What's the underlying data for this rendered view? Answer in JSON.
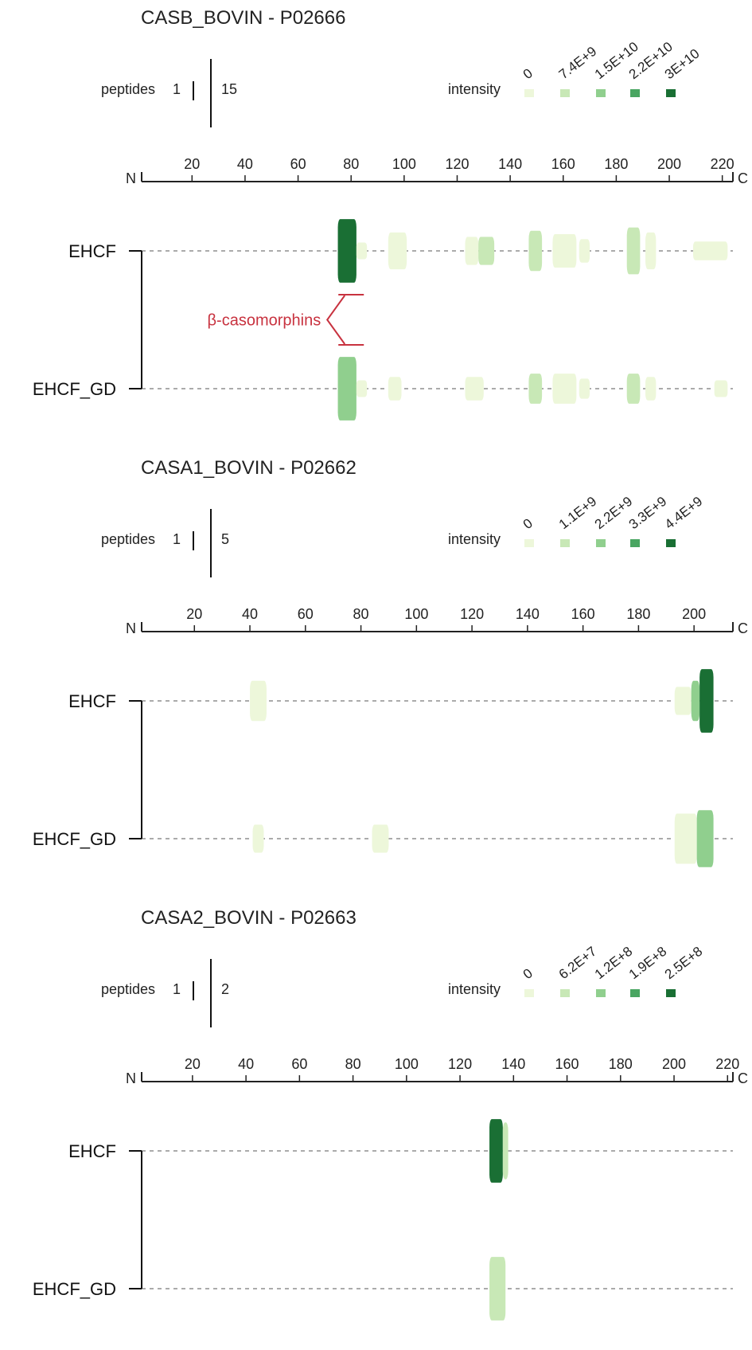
{
  "colors": {
    "scale": [
      "#edf7da",
      "#c8e8b6",
      "#90cf8e",
      "#49a561",
      "#1a6f34"
    ],
    "dash": "#8f8f8f",
    "axis": "#222222",
    "annotation": "#c8323f"
  },
  "chart_data": [
    {
      "type": "peptide-coverage",
      "title": "CASB_BOVIN - P02666",
      "peptides_label": "peptides",
      "peptides_min": "1",
      "peptides_max": "15",
      "intensity_label": "intensity",
      "legend_labels": [
        "0",
        "7.4E+9",
        "1.5E+10",
        "2.2E+10",
        "3E+10"
      ],
      "axis_n": "N",
      "axis_c": "C",
      "xlim": [
        1,
        224
      ],
      "ticks": [
        20,
        40,
        60,
        80,
        100,
        120,
        140,
        160,
        180,
        200,
        220
      ],
      "samples": [
        "EHCF",
        "EHCF_GD"
      ],
      "annotation": {
        "text": "β-casomorphins",
        "residue": 80
      },
      "segments": [
        {
          "sample": 0,
          "start": 75,
          "end": 82,
          "height": 0.95,
          "level": 4
        },
        {
          "sample": 0,
          "start": 82,
          "end": 86,
          "height": 0.25,
          "level": 0
        },
        {
          "sample": 0,
          "start": 94,
          "end": 101,
          "height": 0.55,
          "level": 0
        },
        {
          "sample": 0,
          "start": 123,
          "end": 128,
          "height": 0.42,
          "level": 0
        },
        {
          "sample": 0,
          "start": 128,
          "end": 134,
          "height": 0.42,
          "level": 1
        },
        {
          "sample": 0,
          "start": 147,
          "end": 152,
          "height": 0.6,
          "level": 1
        },
        {
          "sample": 0,
          "start": 156,
          "end": 165,
          "height": 0.5,
          "level": 0
        },
        {
          "sample": 0,
          "start": 166,
          "end": 170,
          "height": 0.35,
          "level": 0
        },
        {
          "sample": 0,
          "start": 184,
          "end": 189,
          "height": 0.7,
          "level": 1
        },
        {
          "sample": 0,
          "start": 191,
          "end": 195,
          "height": 0.55,
          "level": 0
        },
        {
          "sample": 0,
          "start": 209,
          "end": 222,
          "height": 0.28,
          "level": 0
        },
        {
          "sample": 1,
          "start": 75,
          "end": 82,
          "height": 0.95,
          "level": 2
        },
        {
          "sample": 1,
          "start": 82,
          "end": 86,
          "height": 0.25,
          "level": 0
        },
        {
          "sample": 1,
          "start": 94,
          "end": 99,
          "height": 0.35,
          "level": 0
        },
        {
          "sample": 1,
          "start": 123,
          "end": 130,
          "height": 0.35,
          "level": 0
        },
        {
          "sample": 1,
          "start": 147,
          "end": 152,
          "height": 0.45,
          "level": 1
        },
        {
          "sample": 1,
          "start": 156,
          "end": 165,
          "height": 0.45,
          "level": 0
        },
        {
          "sample": 1,
          "start": 166,
          "end": 170,
          "height": 0.3,
          "level": 0
        },
        {
          "sample": 1,
          "start": 184,
          "end": 189,
          "height": 0.45,
          "level": 1
        },
        {
          "sample": 1,
          "start": 191,
          "end": 195,
          "height": 0.35,
          "level": 0
        },
        {
          "sample": 1,
          "start": 217,
          "end": 222,
          "height": 0.25,
          "level": 0
        }
      ]
    },
    {
      "type": "peptide-coverage",
      "title": "CASA1_BOVIN - P02662",
      "peptides_label": "peptides",
      "peptides_min": "1",
      "peptides_max": "5",
      "intensity_label": "intensity",
      "legend_labels": [
        "0",
        "1.1E+9",
        "2.2E+9",
        "3.3E+9",
        "4.4E+9"
      ],
      "axis_n": "N",
      "axis_c": "C",
      "xlim": [
        1,
        214
      ],
      "ticks": [
        20,
        40,
        60,
        80,
        100,
        120,
        140,
        160,
        180,
        200
      ],
      "samples": [
        "EHCF",
        "EHCF_GD"
      ],
      "segments": [
        {
          "sample": 0,
          "start": 40,
          "end": 46,
          "height": 0.6,
          "level": 0
        },
        {
          "sample": 0,
          "start": 193,
          "end": 199,
          "height": 0.42,
          "level": 0
        },
        {
          "sample": 0,
          "start": 199,
          "end": 202,
          "height": 0.6,
          "level": 2
        },
        {
          "sample": 0,
          "start": 202,
          "end": 207,
          "height": 0.95,
          "level": 4
        },
        {
          "sample": 1,
          "start": 41,
          "end": 45,
          "height": 0.42,
          "level": 0
        },
        {
          "sample": 1,
          "start": 84,
          "end": 90,
          "height": 0.42,
          "level": 0
        },
        {
          "sample": 1,
          "start": 193,
          "end": 201,
          "height": 0.75,
          "level": 0
        },
        {
          "sample": 1,
          "start": 201,
          "end": 207,
          "height": 0.85,
          "level": 2
        }
      ]
    },
    {
      "type": "peptide-coverage",
      "title": "CASA2_BOVIN - P02663",
      "peptides_label": "peptides",
      "peptides_min": "1",
      "peptides_max": "2",
      "intensity_label": "intensity",
      "legend_labels": [
        "0",
        "6.2E+7",
        "1.2E+8",
        "1.9E+8",
        "2.5E+8"
      ],
      "axis_n": "N",
      "axis_c": "C",
      "xlim": [
        1,
        222
      ],
      "ticks": [
        20,
        40,
        60,
        80,
        100,
        120,
        140,
        160,
        180,
        200,
        220
      ],
      "samples": [
        "EHCF",
        "EHCF_GD"
      ],
      "segments": [
        {
          "sample": 0,
          "start": 131,
          "end": 136,
          "height": 0.95,
          "level": 4
        },
        {
          "sample": 0,
          "start": 136,
          "end": 138,
          "height": 0.85,
          "level": 1
        },
        {
          "sample": 1,
          "start": 131,
          "end": 137,
          "height": 0.95,
          "level": 1
        }
      ]
    }
  ]
}
